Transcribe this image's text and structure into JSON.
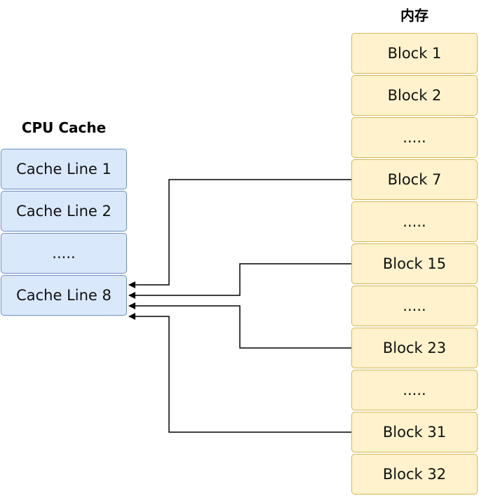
{
  "cache": {
    "title": "CPU Cache",
    "lines": [
      "Cache Line 1",
      "Cache Line 2",
      ".....",
      "Cache Line 8"
    ]
  },
  "memory": {
    "title": "内存",
    "blocks": [
      "Block 1",
      "Block 2",
      ".....",
      "Block 7",
      ".....",
      "Block 15",
      ".....",
      "Block 23",
      ".....",
      "Block 31",
      "Block 32"
    ]
  },
  "mappings": [
    {
      "from": "Block 7",
      "to": "Cache Line 8"
    },
    {
      "from": "Block 15",
      "to": "Cache Line 8"
    },
    {
      "from": "Block 23",
      "to": "Cache Line 8"
    },
    {
      "from": "Block 31",
      "to": "Cache Line 8"
    }
  ],
  "colors": {
    "cache_fill": "#dae8fc",
    "cache_stroke": "#6c8ebf",
    "memory_fill": "#fff2cc",
    "memory_stroke": "#d6b656",
    "connector": "#000000"
  }
}
